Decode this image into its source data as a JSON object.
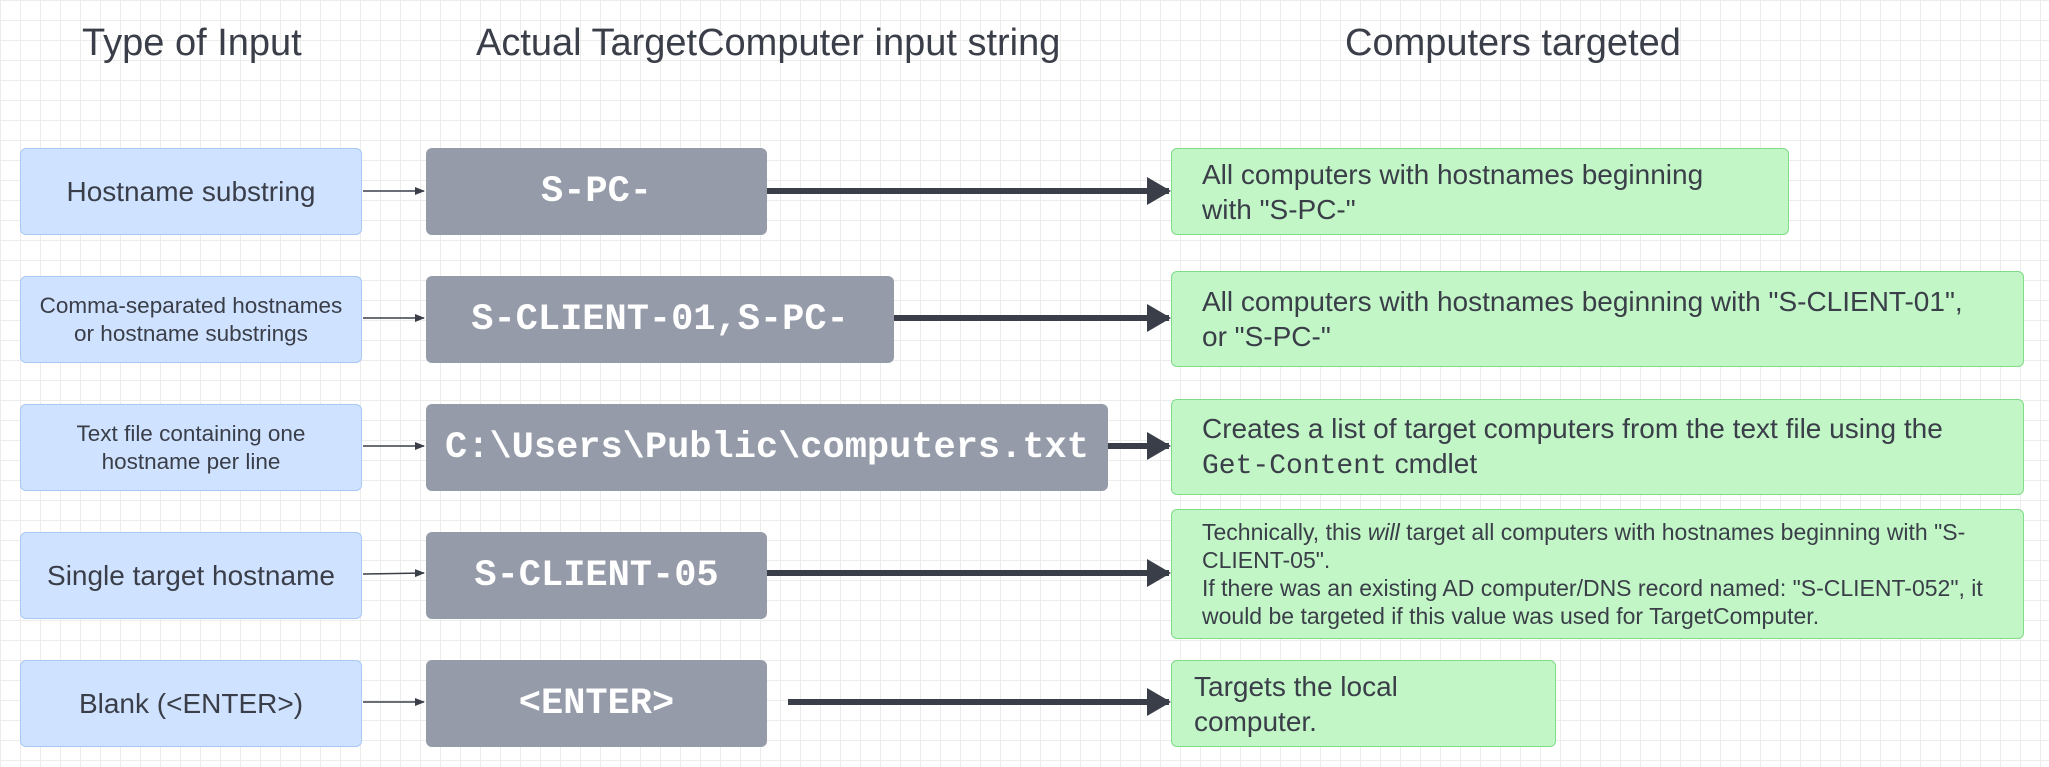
{
  "headers": {
    "input_type": "Type of Input",
    "input_string": "Actual TargetComputer input string",
    "targeted": "Computers targeted"
  },
  "rows": [
    {
      "input_type": "Hostname substring",
      "value": "S-PC-",
      "result": "All computers with hostnames beginning with \"S-PC-\""
    },
    {
      "input_type_line1": "Comma-separated hostnames",
      "input_type_line2": "or hostname substrings",
      "value": "S-CLIENT-01,S-PC-",
      "result": "All computers with hostnames beginning with \"S-CLIENT-01\", or \"S-PC-\""
    },
    {
      "input_type_line1": "Text file containing one",
      "input_type_line2": "hostname per line",
      "value": "C:\\Users\\Public\\computers.txt",
      "result_before": "Creates a list of target computers from the text file using the",
      "result_code": "Get-Content",
      "result_after": " cmdlet"
    },
    {
      "input_type": "Single target hostname",
      "value": "S-CLIENT-05",
      "result_a": "Technically, this ",
      "result_em": "will",
      "result_b": " target all computers with hostnames beginning with \"S-CLIENT-05\".",
      "result_c": "If there was an existing AD computer/DNS record named: \"S-CLIENT-052\", it would be targeted if this value was used for TargetComputer."
    },
    {
      "input_type": "Blank (<ENTER>)",
      "value": "<ENTER>",
      "result": "Targets the local computer."
    }
  ],
  "colors": {
    "input_fill": "#cfe2ff",
    "input_border": "#a9c8f5",
    "value_fill": "#959ba8",
    "result_fill": "#c2f6c6",
    "result_border": "#7fdc87",
    "arrow": "#3a3e48"
  }
}
